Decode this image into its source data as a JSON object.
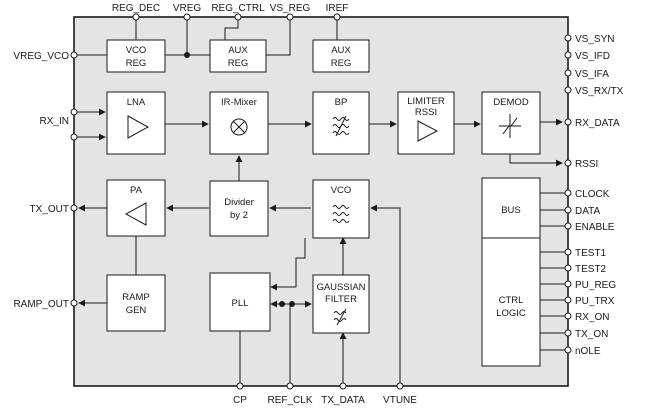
{
  "pins": {
    "top": [
      "REG_DEC",
      "VREG",
      "REG_CTRL",
      "VS_REG",
      "IREF"
    ],
    "left": [
      "VREG_VCO",
      "RX_IN",
      "TX_OUT",
      "RAMP_OUT"
    ],
    "bottom": [
      "CP",
      "REF_CLK",
      "TX_DATA",
      "VTUNE"
    ],
    "right": [
      "VS_SYN",
      "VS_IFD",
      "VS_IFA",
      "VS_RX/TX",
      "RX_DATA",
      "RSSI",
      "CLOCK",
      "DATA",
      "ENABLE",
      "TEST1",
      "TEST2",
      "PU_REG",
      "PU_TRX",
      "RX_ON",
      "TX_ON",
      "nOLE"
    ]
  },
  "blocks": {
    "vco_reg": [
      "VCO",
      "REG"
    ],
    "aux_reg1": [
      "AUX",
      "REG"
    ],
    "aux_reg2": [
      "AUX",
      "REG"
    ],
    "lna": "LNA",
    "ir_mixer": "IR-Mixer",
    "bp": "BP",
    "limiter": [
      "LIMITER",
      "RSSI"
    ],
    "demod": "DEMOD",
    "pa": "PA",
    "divider": [
      "Divider",
      "by 2"
    ],
    "vco": "VCO",
    "bus": "BUS",
    "ctrl": [
      "CTRL",
      "LOGIC"
    ],
    "ramp_gen": [
      "RAMP",
      "GEN"
    ],
    "pll": "PLL",
    "gaussian": [
      "GAUSSIAN",
      "FILTER"
    ]
  },
  "icons": {
    "lna": "amplifier-triangle-icon",
    "mixer": "mixer-cross-circle-icon",
    "bp": "bandpass-wave-icon",
    "limiter": "amplifier-triangle-icon",
    "demod": "demodulator-icon",
    "pa": "amplifier-triangle-left-icon",
    "vco": "oscillator-wave-icon",
    "gaussian": "filter-wave-icon"
  }
}
